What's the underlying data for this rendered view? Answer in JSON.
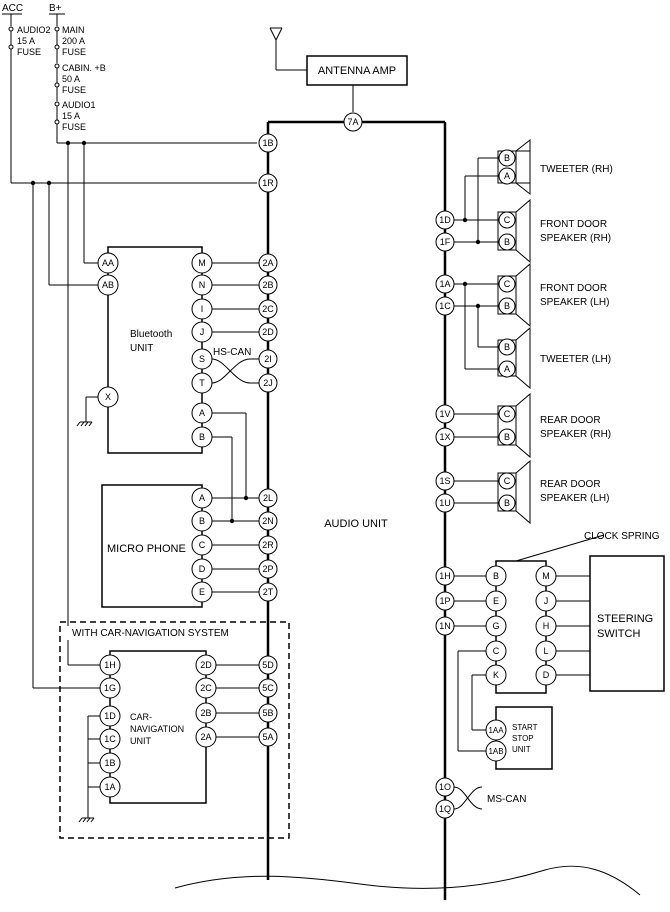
{
  "power": {
    "acc": "ACC",
    "bplus": "B+",
    "fuses": {
      "audio2": [
        "AUDIO2",
        "15 A",
        "FUSE"
      ],
      "main": [
        "MAIN",
        "200 A",
        "FUSE"
      ],
      "cabin": [
        "CABIN. +B",
        "50 A",
        "FUSE"
      ],
      "audio1": [
        "AUDIO1",
        "15 A",
        "FUSE"
      ]
    }
  },
  "antenna_amp": "ANTENNA AMP",
  "audio_unit": "AUDIO UNIT",
  "audio_pins_left": [
    "7A",
    "1B",
    "1R",
    "2A",
    "2B",
    "2C",
    "2D",
    "2I",
    "2J",
    "2L",
    "2N",
    "2R",
    "2P",
    "2T",
    "5D",
    "5C",
    "5B",
    "5A"
  ],
  "audio_pins_right": [
    "1D",
    "1F",
    "1A",
    "1C",
    "1V",
    "1X",
    "1S",
    "1U",
    "1H",
    "1P",
    "1N",
    "1O",
    "1Q"
  ],
  "bluetooth": {
    "label": [
      "Bluetooth",
      "UNIT"
    ],
    "pins": [
      "AA",
      "AB",
      "X",
      "M",
      "N",
      "I",
      "J",
      "S",
      "T",
      "A",
      "B"
    ],
    "hs_can": "HS-CAN"
  },
  "micro_phone": {
    "label": "MICRO PHONE",
    "pins": [
      "A",
      "B",
      "C",
      "D",
      "E"
    ]
  },
  "navigation": {
    "title": "WITH CAR-NAVIGATION SYSTEM",
    "label": [
      "CAR-",
      "NAVIGATION",
      "UNIT"
    ],
    "pins": [
      "1H",
      "1G",
      "1D",
      "1C",
      "1B",
      "1A",
      "2D",
      "2C",
      "2B",
      "2A"
    ]
  },
  "speakers": {
    "tweeter_rh": "TWEETER (RH)",
    "front_door_rh": [
      "FRONT DOOR",
      "SPEAKER (RH)"
    ],
    "front_door_lh": [
      "FRONT DOOR",
      "SPEAKER (LH)"
    ],
    "tweeter_lh": "TWEETER (LH)",
    "rear_door_rh": [
      "REAR DOOR",
      "SPEAKER (RH)"
    ],
    "rear_door_lh": [
      "REAR DOOR",
      "SPEAKER (LH)"
    ],
    "pins": [
      "B",
      "A",
      "C",
      "B"
    ]
  },
  "clock_spring": {
    "label": "CLOCK SPRING",
    "pins_left": [
      "B",
      "E",
      "G",
      "C",
      "K"
    ],
    "pins_right": [
      "M",
      "J",
      "H",
      "L",
      "D"
    ]
  },
  "steering_switch": [
    "STEERING",
    "SWITCH"
  ],
  "start_stop": {
    "label": [
      "START",
      "STOP",
      "UNIT"
    ],
    "pins": [
      "1AA",
      "1AB"
    ]
  },
  "ms_can": "MS-CAN"
}
